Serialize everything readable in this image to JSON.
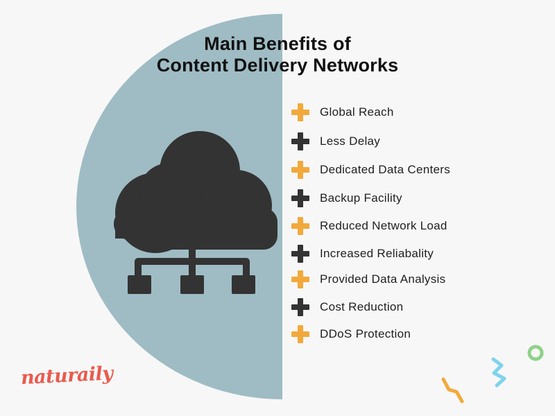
{
  "title": {
    "line1": "Main Benefits of",
    "line2": "Content Delivery Networks"
  },
  "benefits": [
    {
      "label": "Global Reach",
      "icon": "plus-icon",
      "color": "#f2a93b"
    },
    {
      "label": "Less Delay",
      "icon": "plus-icon",
      "color": "#333333"
    },
    {
      "label": "Dedicated Data Centers",
      "icon": "plus-icon",
      "color": "#f2a93b"
    },
    {
      "label": "Backup Facility",
      "icon": "plus-icon",
      "color": "#333333"
    },
    {
      "label": "Reduced Network Load",
      "icon": "plus-icon",
      "color": "#f2a93b"
    },
    {
      "label": "Increased Reliabality",
      "icon": "plus-icon",
      "color": "#333333"
    },
    {
      "label": "Provided Data Analysis",
      "icon": "plus-icon",
      "color": "#f2a93b"
    },
    {
      "label": "Cost Reduction",
      "icon": "plus-icon",
      "color": "#333333"
    },
    {
      "label": "DDoS Protection",
      "icon": "plus-icon",
      "color": "#f2a93b"
    }
  ],
  "logo": {
    "text": "naturaily"
  },
  "colors": {
    "background": "#f7f7f7",
    "semicircle": "#9fbcc4",
    "cloud": "#333333",
    "accent_orange": "#f2a93b",
    "accent_dark": "#333333",
    "logo": "#ea5a4d",
    "deco_blue": "#7fd3ec",
    "deco_green": "#8fd18a",
    "deco_orange": "#f2a93b"
  },
  "icons": {
    "cloud": "cloud-network-icon"
  }
}
